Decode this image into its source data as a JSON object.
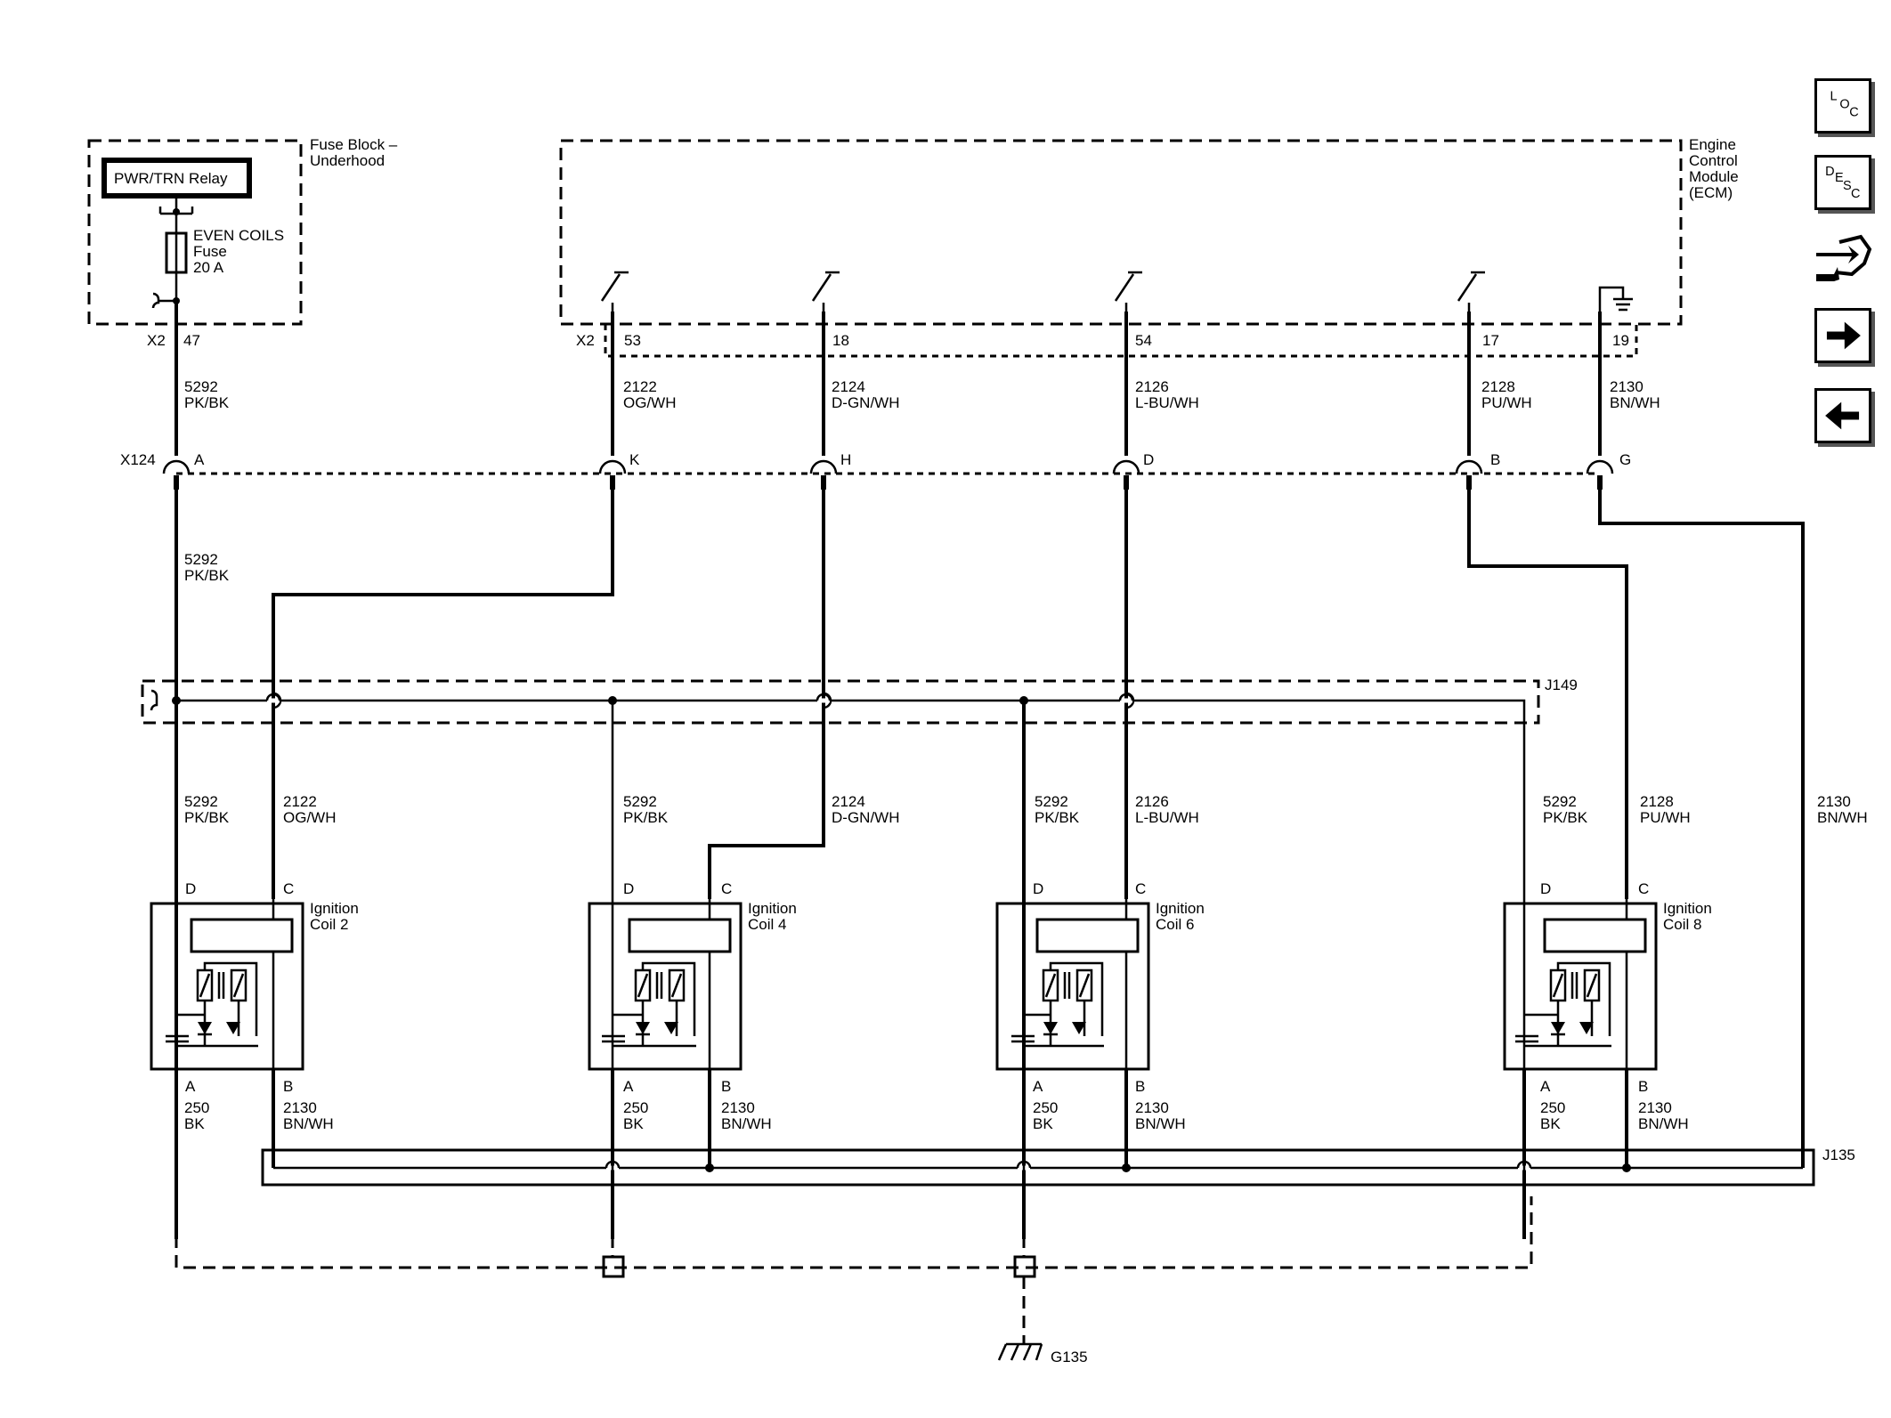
{
  "fuse_block": {
    "title_line1": "Fuse Block –",
    "title_line2": "Underhood",
    "relay": "PWR/TRN Relay",
    "fuse_name": "EVEN COILS",
    "fuse_word": "Fuse",
    "fuse_rating": "20 A",
    "connector": "X2",
    "pin": "47"
  },
  "ecm": {
    "title_line1": "Engine",
    "title_line2": "Control",
    "title_line3": "Module",
    "title_line4": "(ECM)",
    "connector": "X2",
    "pins": [
      "53",
      "18",
      "54",
      "17",
      "19"
    ]
  },
  "wires": {
    "w5292": {
      "circuit": "5292",
      "color": "PK/BK"
    },
    "w2122": {
      "circuit": "2122",
      "color": "OG/WH"
    },
    "w2124": {
      "circuit": "2124",
      "color": "D-GN/WH"
    },
    "w2126": {
      "circuit": "2126",
      "color": "L-BU/WH"
    },
    "w2128": {
      "circuit": "2128",
      "color": "PU/WH"
    },
    "w2130": {
      "circuit": "2130",
      "color": "BN/WH"
    },
    "w250": {
      "circuit": "250",
      "color": "BK"
    }
  },
  "x124": {
    "name": "X124",
    "pins": [
      "A",
      "K",
      "H",
      "D",
      "B",
      "G"
    ]
  },
  "splices": {
    "j149": "J149",
    "j135": "J135"
  },
  "ground": "G135",
  "coils": [
    {
      "title": "Ignition",
      "name": "Coil 2",
      "pin_d": "D",
      "pin_c": "C",
      "pin_a": "A",
      "pin_b": "B"
    },
    {
      "title": "Ignition",
      "name": "Coil 4",
      "pin_d": "D",
      "pin_c": "C",
      "pin_a": "A",
      "pin_b": "B"
    },
    {
      "title": "Ignition",
      "name": "Coil 6",
      "pin_d": "D",
      "pin_c": "C",
      "pin_a": "A",
      "pin_b": "B"
    },
    {
      "title": "Ignition",
      "name": "Coil 8",
      "pin_d": "D",
      "pin_c": "C",
      "pin_a": "A",
      "pin_b": "B"
    }
  ],
  "nav": {
    "loc": {
      "l1": "L",
      "l2": "O",
      "l3": "C"
    },
    "desc": {
      "l1": "D",
      "l2": "E",
      "l3": "S",
      "l4": "C"
    },
    "icons": [
      "connector-icon",
      "arrow-right-icon",
      "arrow-left-icon"
    ]
  }
}
